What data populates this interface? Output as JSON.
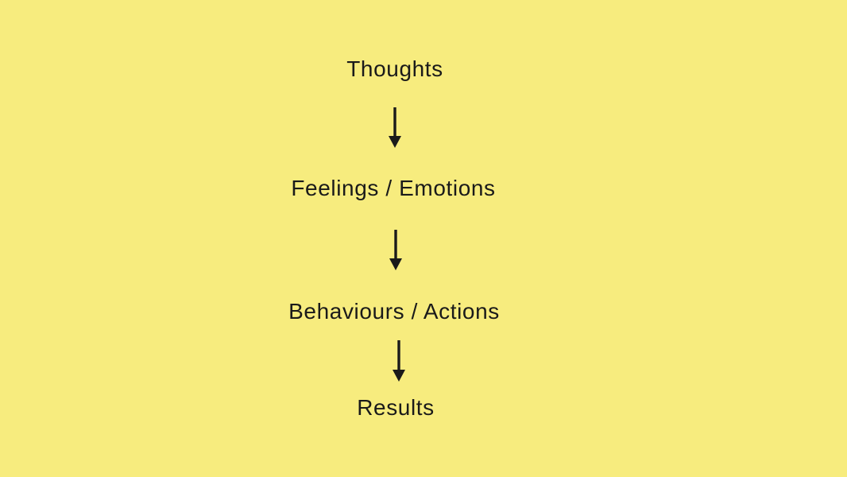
{
  "colors": {
    "background": "#F7EC7E",
    "text": "#1A1A1A"
  },
  "diagram": {
    "type": "vertical-flow",
    "nodes": [
      {
        "label": "Thoughts"
      },
      {
        "label": "Feelings / Emotions"
      },
      {
        "label": "Behaviours / Actions"
      },
      {
        "label": "Results"
      }
    ],
    "connector": "down-arrow"
  }
}
